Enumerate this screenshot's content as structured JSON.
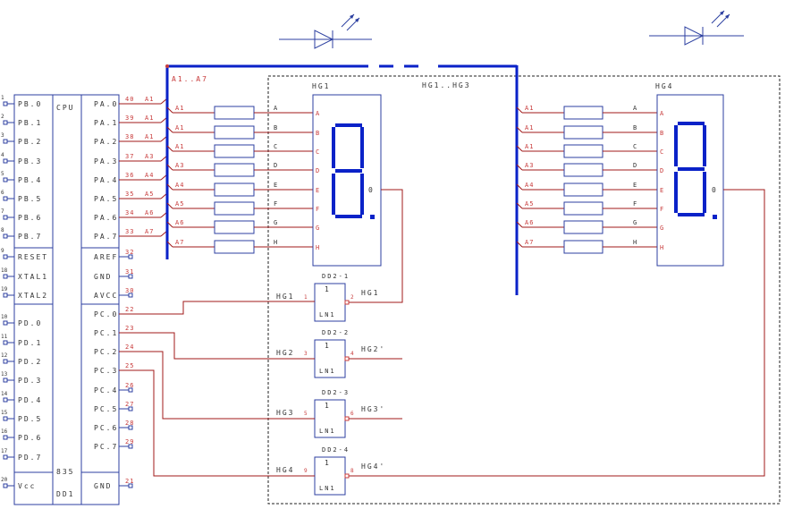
{
  "mcu": {
    "name_top": "CPU",
    "name_bottom_1": "835",
    "name_bottom_2": "DD1",
    "left_pins": [
      {
        "num": "1",
        "label": "PB.0"
      },
      {
        "num": "2",
        "label": "PB.1"
      },
      {
        "num": "3",
        "label": "PB.2"
      },
      {
        "num": "4",
        "label": "PB.3"
      },
      {
        "num": "5",
        "label": "PB.4"
      },
      {
        "num": "6",
        "label": "PB.5"
      },
      {
        "num": "7",
        "label": "PB.6"
      },
      {
        "num": "8",
        "label": "PB.7"
      },
      {
        "num": "9",
        "label": "RESET"
      },
      {
        "num": "18",
        "label": "XTAL1"
      },
      {
        "num": "19",
        "label": "XTAL2"
      },
      {
        "num": "10",
        "label": "PD.0"
      },
      {
        "num": "11",
        "label": "PD.1"
      },
      {
        "num": "12",
        "label": "PD.2"
      },
      {
        "num": "13",
        "label": "PD.3"
      },
      {
        "num": "14",
        "label": "PD.4"
      },
      {
        "num": "15",
        "label": "PD.5"
      },
      {
        "num": "16",
        "label": "PD.6"
      },
      {
        "num": "17",
        "label": "PD.7"
      },
      {
        "num": "20",
        "label": "Vcc"
      }
    ],
    "right_pins": [
      {
        "num": "40",
        "label": "PA.0"
      },
      {
        "num": "39",
        "label": "PA.1"
      },
      {
        "num": "38",
        "label": "PA.2"
      },
      {
        "num": "37",
        "label": "PA.3"
      },
      {
        "num": "36",
        "label": "PA.4"
      },
      {
        "num": "35",
        "label": "PA.5"
      },
      {
        "num": "34",
        "label": "PA.6"
      },
      {
        "num": "33",
        "label": "PA.7"
      },
      {
        "num": "32",
        "label": "AREF"
      },
      {
        "num": "31",
        "label": "GND"
      },
      {
        "num": "30",
        "label": "AVCC"
      },
      {
        "num": "22",
        "label": "PC.0"
      },
      {
        "num": "23",
        "label": "PC.1"
      },
      {
        "num": "24",
        "label": "PC.2"
      },
      {
        "num": "25",
        "label": "PC.3"
      },
      {
        "num": "26",
        "label": "PC.4"
      },
      {
        "num": "27",
        "label": "PC.5"
      },
      {
        "num": "28",
        "label": "PC.6"
      },
      {
        "num": "29",
        "label": "PC.7"
      },
      {
        "num": "21",
        "label": "GND"
      }
    ]
  },
  "bus": {
    "label": "A1..A7",
    "wire_labels": [
      "A1",
      "A1",
      "A1",
      "A3",
      "A4",
      "A5",
      "A6",
      "A7"
    ],
    "right_wire_labels": [
      "A1",
      "A1",
      "A1",
      "A3",
      "A4",
      "A5",
      "A6",
      "A7"
    ],
    "pa_labels": [
      "A1",
      "A1",
      "A1",
      "A3",
      "A4",
      "A5",
      "A6",
      "A7"
    ]
  },
  "group_label": "HG1..HG3",
  "display_left": {
    "ref": "HG1",
    "seg_labels": [
      "A",
      "B",
      "C",
      "D",
      "E",
      "F",
      "G",
      "H"
    ],
    "common_label": "0"
  },
  "display_right": {
    "ref": "HG4",
    "seg_labels": [
      "A",
      "B",
      "C",
      "D",
      "E",
      "F",
      "G",
      "H"
    ],
    "common_label": "0"
  },
  "gates": [
    {
      "ref": "DD2-1",
      "in_label": "HG1",
      "in_pin": "1",
      "out_pin": "2",
      "out_label": "HG1",
      "sym": "1",
      "type": "LN1"
    },
    {
      "ref": "DD2-2",
      "in_label": "HG2",
      "in_pin": "3",
      "out_pin": "4",
      "out_label": "HG2'",
      "sym": "1",
      "type": "LN1"
    },
    {
      "ref": "DD2-3",
      "in_label": "HG3",
      "in_pin": "5",
      "out_pin": "6",
      "out_label": "HG3'",
      "sym": "1",
      "type": "LN1"
    },
    {
      "ref": "DD2-4",
      "in_label": "HG4",
      "in_pin": "9",
      "out_pin": "8",
      "out_label": "HG4'",
      "sym": "1",
      "type": "LN1"
    }
  ]
}
